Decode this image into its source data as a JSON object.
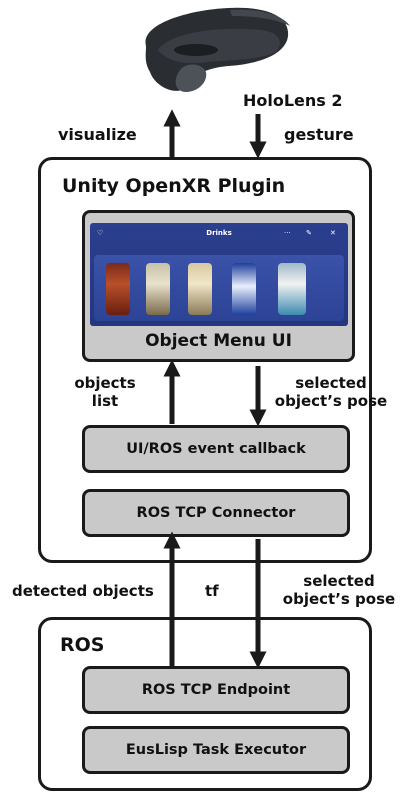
{
  "arrows": {
    "visualize": "visualize",
    "gesture": "gesture",
    "objects_list": [
      "objects",
      "list"
    ],
    "selected_pose_top": [
      "selected",
      "object’s pose"
    ],
    "detected_objects": "detected objects",
    "tf": "tf",
    "selected_pose_bottom": [
      "selected",
      "object’s pose"
    ]
  },
  "headset": {
    "label": "HoloLens 2"
  },
  "unity": {
    "title": "Unity OpenXR Plugin",
    "menu_caption": "Object Menu UI",
    "callback": "UI/ROS event callback",
    "connector": "ROS TCP Connector",
    "menu_screenshot": {
      "title": "Drinks",
      "left_icon": "heart-icon",
      "right_icons": [
        "more-icon",
        "edit-icon",
        "close-icon"
      ]
    }
  },
  "ros": {
    "title": "ROS",
    "endpoint": "ROS TCP Endpoint",
    "executor": "EusLisp Task Executor"
  },
  "colors": {
    "box_fill": "#c9c9c9",
    "stroke": "#1a1a1a",
    "menu_blue": "#2b3f8f"
  }
}
